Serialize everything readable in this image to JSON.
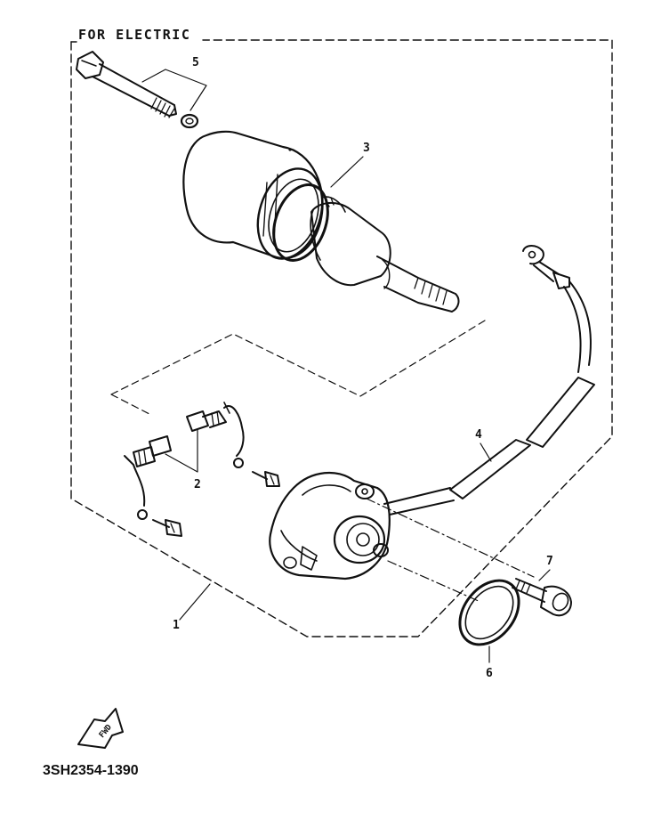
{
  "header": {
    "title": "FOR ELECTRIC"
  },
  "callouts": {
    "one": "1",
    "two": "2",
    "three": "3",
    "four": "4",
    "five": "5",
    "six": "6",
    "seven": "7"
  },
  "footer": {
    "fwd_mark": "FWD",
    "part_number": "3SH2354-1390"
  },
  "colors": {
    "ink": "#111111",
    "paper": "#ffffff"
  }
}
